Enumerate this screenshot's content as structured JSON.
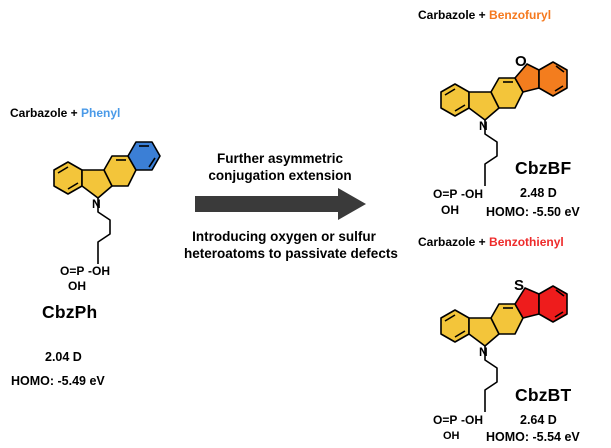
{
  "palette": {
    "carbazole_fill": "#f3c53a",
    "phenyl_fill": "#3b7fd6",
    "benzofuryl_fill": "#f37d1e",
    "benzothienyl_fill": "#ee1c1c",
    "arrow": "#3a3a3a"
  },
  "left": {
    "header_base": "Carbazole + ",
    "header_accent": "Phenyl",
    "name": "CbzPh",
    "dipole": "2.04 D",
    "homo": "HOMO: -5.49 eV",
    "atoms": {
      "n": "N",
      "o_eq": "O=P",
      "oh1": "-OH",
      "oh2": "OH"
    }
  },
  "middle": {
    "line1": "Further asymmetric",
    "line2": "conjugation extension",
    "line3": "Introducing oxygen or sulfur",
    "line4": "heteroatoms to passivate defects"
  },
  "top_right": {
    "header_base": "Carbazole + ",
    "header_accent": "Benzofuryl",
    "name": "CbzBF",
    "dipole": "2.48 D",
    "homo": "HOMO: -5.50 eV",
    "heteroatom": "O",
    "atoms": {
      "n": "N",
      "o_eq": "O=P",
      "oh1": "-OH",
      "oh2": "OH"
    }
  },
  "bottom_right": {
    "header_base": "Carbazole + ",
    "header_accent": "Benzothienyl",
    "name": "CbzBT",
    "dipole": "2.64 D",
    "homo": "HOMO: -5.54 eV",
    "heteroatom": "S",
    "atoms": {
      "n": "N",
      "o_eq": "O=P",
      "oh1": "-OH",
      "oh2": "OH"
    }
  }
}
